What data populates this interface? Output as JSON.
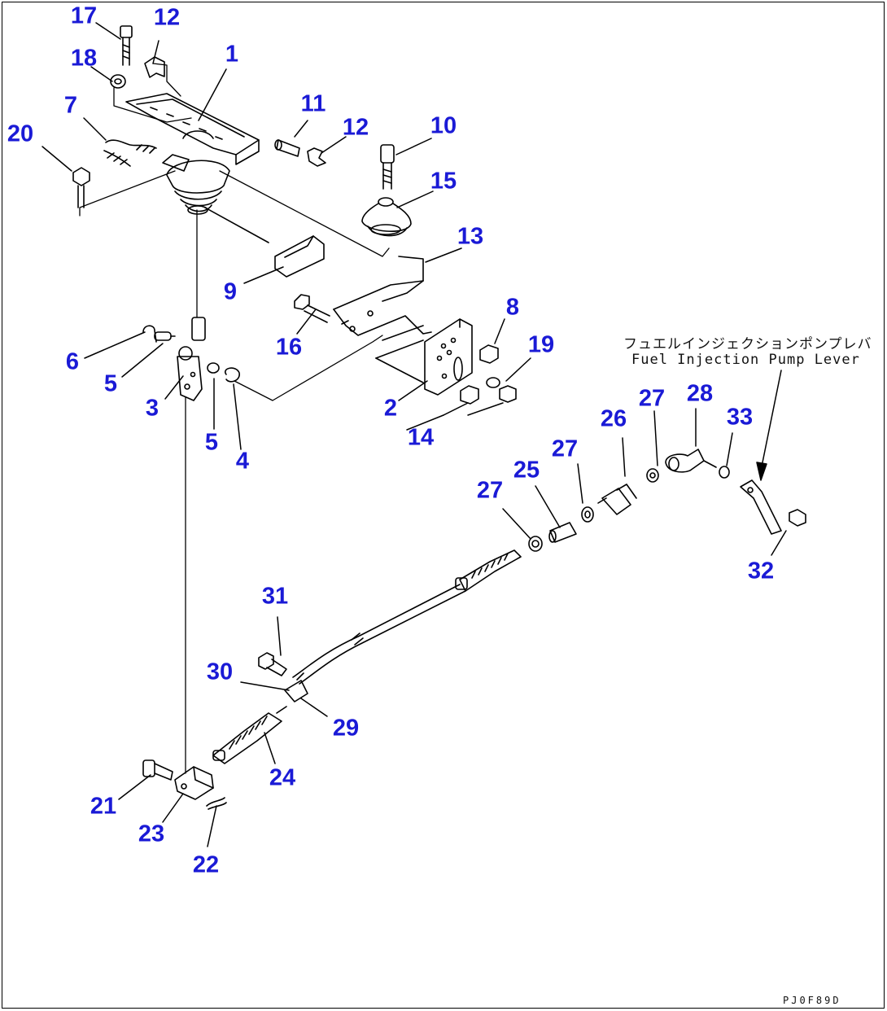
{
  "diagram": {
    "labels": [
      "17",
      "12",
      "18",
      "1",
      "7",
      "11",
      "12",
      "10",
      "20",
      "15",
      "13",
      "9",
      "8",
      "16",
      "19",
      "6",
      "5",
      "3",
      "2",
      "5",
      "4",
      "14",
      "33",
      "27",
      "28",
      "26",
      "27",
      "25",
      "27",
      "32",
      "31",
      "30",
      "29",
      "24",
      "21",
      "23",
      "22"
    ],
    "callout_jp": "フュエルインジェクションポンプレバ",
    "callout_en": "Fuel Injection Pump Lever",
    "drawing_code": "PJ0F89D",
    "colors": {
      "label": "#1a1ad6",
      "line": "#000000",
      "background": "#ffffff"
    }
  }
}
